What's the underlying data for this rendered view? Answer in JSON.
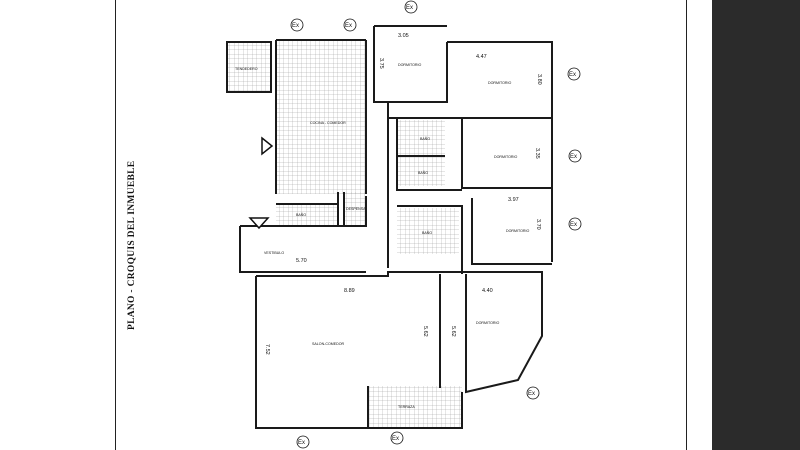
{
  "side_title": "PLANO - CROQUIS DEL INMUEBLE",
  "rooms": {
    "tendedero": "TENDEDERO",
    "cocina": "COCINA - COMEDOR",
    "dorm_top": "DORMITORIO",
    "dorm_right1": "DORMITORIO",
    "dorm_right2": "DORMITORIO",
    "dorm_right3": "DORMITORIO",
    "dorm_bottom": "DORMITORIO",
    "bano1": "BAÑO",
    "bano2": "BAÑO",
    "bano3": "BAÑO",
    "bano4": "BAÑO",
    "despensa": "DESPENSA",
    "vestibulo": "VESTIBULO",
    "salon": "SALON-COMEDOR",
    "terraza": "TERRAZA"
  },
  "dimensions": {
    "d1": "3.05",
    "d2": "4.47",
    "d3": "3.75",
    "d4": "3.80",
    "d5": "3.35",
    "d6": "3.97",
    "d7": "3.70",
    "d8": "5.70",
    "d9": "8.89",
    "d10": "4.40",
    "d11": "5.62",
    "d12": "5.62",
    "d13": "7.52"
  },
  "exterior_markers": [
    "Ex",
    "Ex",
    "Ex",
    "Ex",
    "Ex",
    "Ex",
    "Ex",
    "Ex",
    "Ex"
  ],
  "colors": {
    "line": "#1a1a1a",
    "hatch": "#9a9a9a",
    "frame_dark": "#2b2b2b"
  }
}
